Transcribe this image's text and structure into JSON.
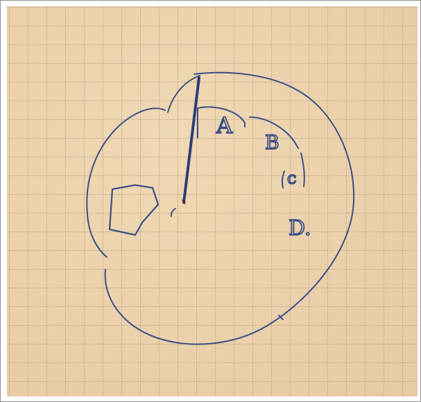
{
  "ink_color": "#3b4f86",
  "paper_color": "#e9cfa8",
  "labels": {
    "a": "A",
    "b": "B",
    "c": "c",
    "d": "D."
  }
}
